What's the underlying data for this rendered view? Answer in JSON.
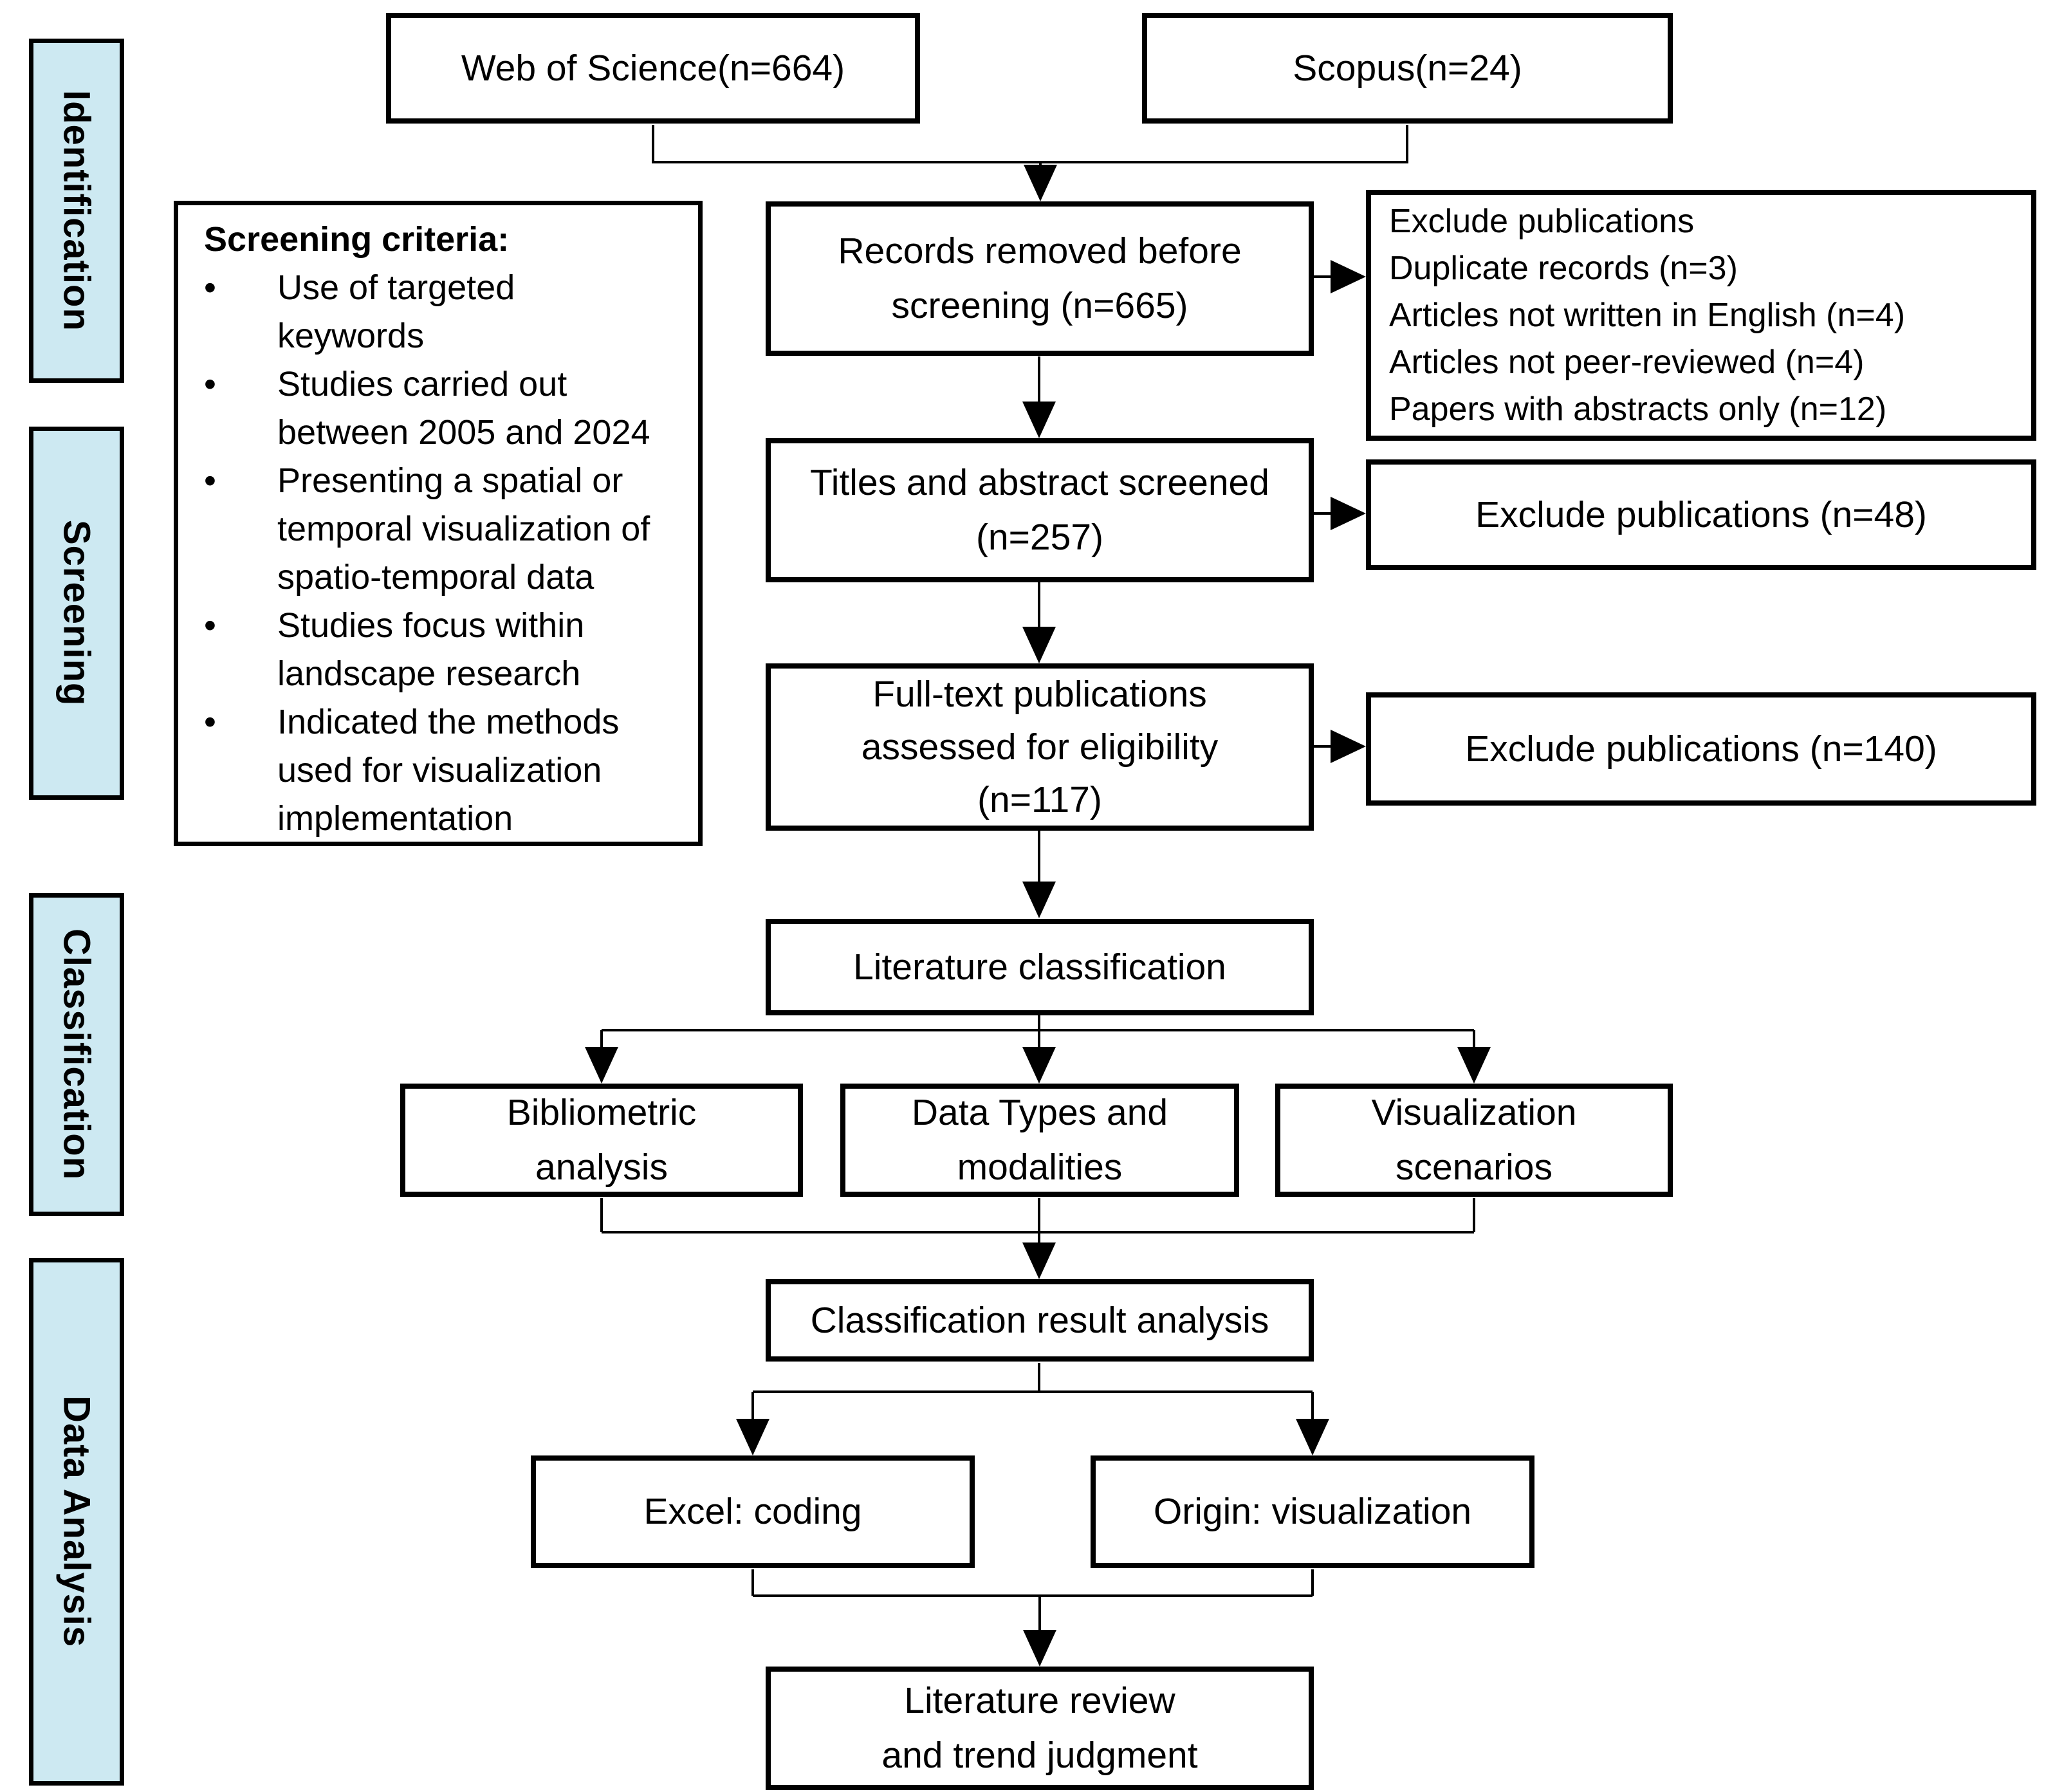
{
  "colors": {
    "stage_fill": "#cde9f2",
    "border": "#000000"
  },
  "stages": [
    {
      "label": "Identification"
    },
    {
      "label": "Screening"
    },
    {
      "label": "Classification"
    },
    {
      "label": "Data Analysis"
    }
  ],
  "sources": {
    "web_of_science": "Web of Science(n=664)",
    "scopus": "Scopus(n=24)"
  },
  "criteria": {
    "bullet": "•",
    "title": "Screening criteria:",
    "items": [
      "Use of targeted\nkeywords",
      "Studies carried out\nbetween 2005 and 2024",
      "Presenting a spatial or\ntemporal visualization of\nspatio-temporal data",
      "Studies focus within\nlandscape research",
      "Indicated the methods\nused for visualization\nimplementation"
    ]
  },
  "flow": {
    "records_removed": "Records removed before\nscreening (n=665)",
    "titles_screened": "Titles and abstract screened\n(n=257)",
    "fulltext_assessed": "Full-text publications\nassessed for eligibility\n(n=117)",
    "literature_classification": "Literature classification",
    "bibliometric": "Bibliometric\nanalysis",
    "data_types": "Data Types and\nmodalities",
    "vis_scenarios": "Visualization\nscenarios",
    "result_analysis": "Classification result analysis",
    "excel": "Excel: coding",
    "origin": "Origin: visualization",
    "review": "Literature review\nand trend judgment"
  },
  "exclusions": {
    "before_screening": [
      "Exclude publications",
      "Duplicate records (n=3)",
      "Articles not written in English (n=4)",
      "Articles not peer-reviewed (n=4)",
      "Papers with abstracts only (n=12)"
    ],
    "after_title_abstract": "Exclude publications (n=48)",
    "after_fulltext": "Exclude publications (n=140)"
  }
}
